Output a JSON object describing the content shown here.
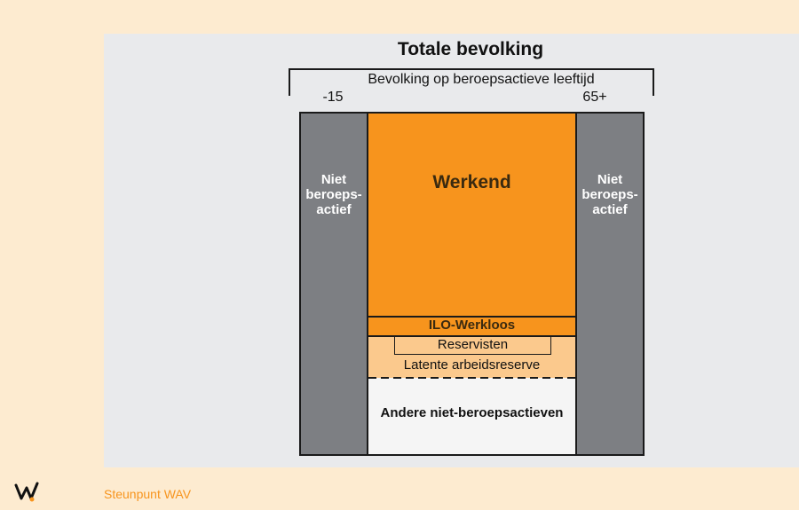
{
  "diagram": {
    "title": "Totale bevolking",
    "subtitle": "Bevolking op beroepsactieve leeftijd",
    "age_left": "-15",
    "age_right": "65+",
    "left_column": "Niet beroeps-actief",
    "right_column": "Niet beroeps-actief",
    "werkend": "Werkend",
    "ilo_werkloos": "ILO-Werkloos",
    "reservisten": "Reservisten",
    "latente": "Latente arbeidsreserve",
    "andere": "Andere niet-beroepsactieven"
  },
  "colors": {
    "orange": "#f7941d",
    "light_orange": "#fbc98d",
    "gray": "#7d7f83",
    "background": "#fdebd0",
    "panel": "#e9eaec"
  },
  "footer": {
    "logo_icon": "wav-logo-icon",
    "source": "Steunpunt WAV"
  }
}
